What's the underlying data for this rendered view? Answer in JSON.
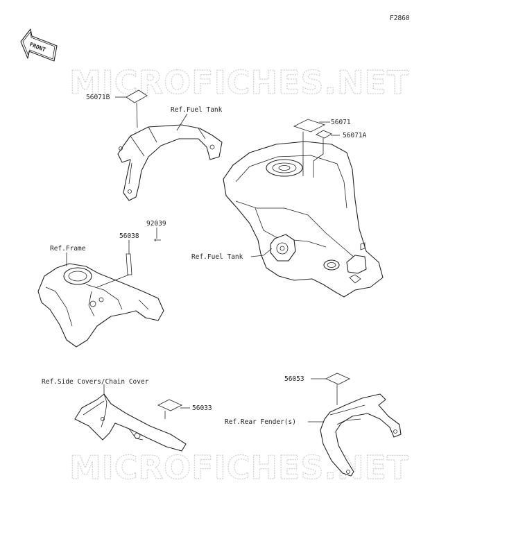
{
  "figure_code": "F2860",
  "front_badge": "FRONT",
  "watermark": "MICROFICHES.NET",
  "callouts": {
    "p56071B": "56071B",
    "ref_fuel_tank_top": "Ref.Fuel Tank",
    "p56071": "56071",
    "p56071A": "56071A",
    "p92039": "92039",
    "p56038": "56038",
    "ref_frame": "Ref.Frame",
    "ref_fuel_tank": "Ref.Fuel Tank",
    "ref_side_covers": "Ref.Side Covers/Chain Cover",
    "p56033": "56033",
    "p56053": "56053",
    "ref_rear_fender": "Ref.Rear Fender(s)"
  }
}
